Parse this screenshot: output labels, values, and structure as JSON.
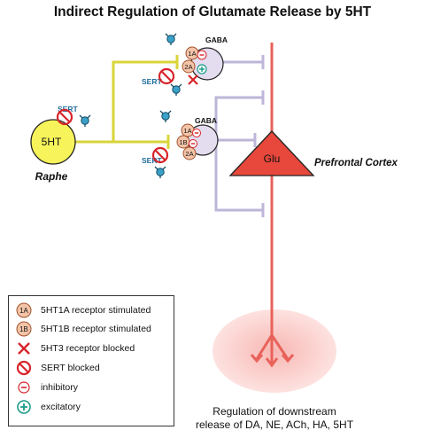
{
  "title": "Indirect Regulation of Glutamate Release by 5HT",
  "nodes": {
    "raphe_neuron": "5HT",
    "raphe_label": "Raphe",
    "glu_neuron": "Glu",
    "cortex_label": "Prefrontal Cortex",
    "gaba_top": "GABA",
    "gaba_bottom": "GABA",
    "sert_left": "SERT",
    "sert_top": "SERT",
    "sert_bottom": "SERT"
  },
  "receptors": {
    "r1a_top": "1A",
    "r2a_top": "2A",
    "r1a_bottom": "1A",
    "r1b_bottom": "1B",
    "r2a_bottom": "2A",
    "inhibitory_symbol": "−",
    "excitatory_symbol": "+"
  },
  "caption": {
    "line1": "Regulation of downstream",
    "line2": "release of DA, NE, ACh, HA, 5HT"
  },
  "legend": {
    "items": [
      {
        "icon": "1a-receptor-icon",
        "symbol": "1A",
        "label": "5HT1A receptor stimulated"
      },
      {
        "icon": "1b-receptor-icon",
        "symbol": "1B",
        "label": "5HT1B receptor stimulated"
      },
      {
        "icon": "x-blocked-icon",
        "label": "5HT3 receptor blocked"
      },
      {
        "icon": "no-sign-icon",
        "label": "SERT blocked"
      },
      {
        "icon": "minus-circle-icon",
        "label": "inhibitory"
      },
      {
        "icon": "plus-circle-icon",
        "label": "excitatory"
      }
    ]
  },
  "colors": {
    "raphe_fill": "#f7f35a",
    "glu_fill": "#e8473b",
    "axon_red": "#e8625a",
    "yellow_axon": "#d9d43a",
    "gaba_fill": "#e4dcef",
    "gaba_axon": "#bdb6d8",
    "receptor_fill": "#f4c4a8",
    "blocked_red": "#d8232a",
    "excitatory_teal": "#1a9c8a",
    "glow": "#f9c9c6"
  }
}
